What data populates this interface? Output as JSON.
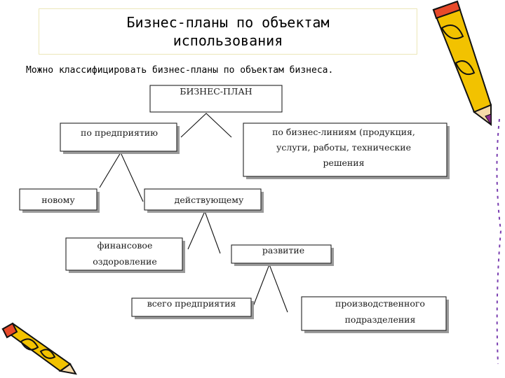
{
  "slide": {
    "title_line1": "Бизнес-планы по объектам",
    "title_line2": "использования",
    "subtitle": "Можно классифицировать бизнес-планы  по объектам бизнеса."
  },
  "diagram": {
    "root": "БИЗНЕС-ПЛАН",
    "by_enterprise": "по предприятию",
    "by_business_lines": [
      "по бизнес-линиям (продукция,",
      "услуги, работы, технические",
      "решения"
    ],
    "new": "новому",
    "existing": "действующему",
    "financial_recovery": [
      "финансовое",
      "оздоровление"
    ],
    "development": "развитие",
    "whole_enterprise": "всего предприятия",
    "production_unit": [
      "производственного",
      "подразделения"
    ]
  }
}
